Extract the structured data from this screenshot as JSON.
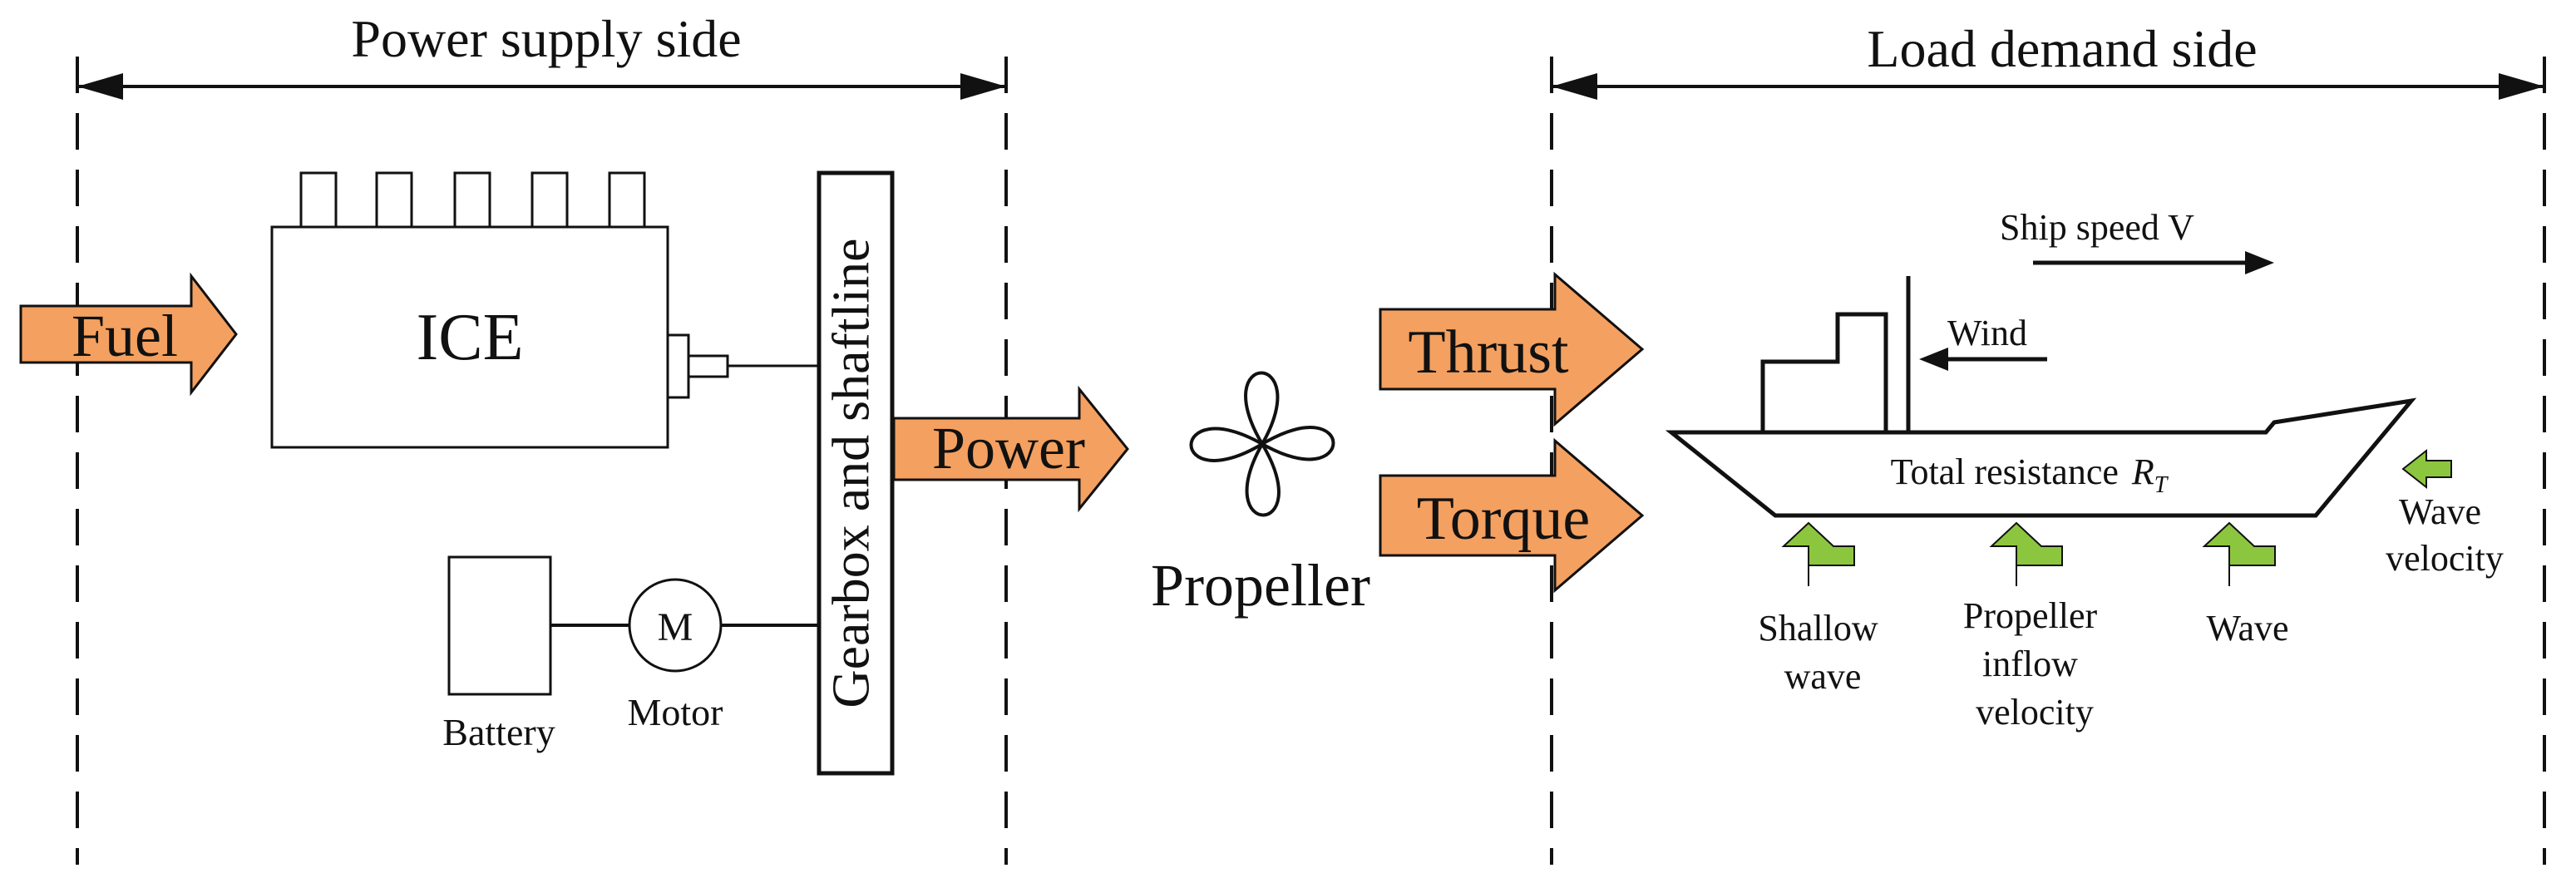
{
  "sides": {
    "supply": "Power supply side",
    "demand": "Load demand side"
  },
  "flows": {
    "fuel": "Fuel",
    "power": "Power",
    "thrust": "Thrust",
    "torque": "Torque"
  },
  "components": {
    "ice": "ICE",
    "gearbox": "Gearbox and shaftline",
    "motor_symbol": "M",
    "motor": "Motor",
    "battery": "Battery",
    "propeller": "Propeller"
  },
  "ship": {
    "speed": "Ship speed V",
    "wind": "Wind",
    "resistance": "Total resistance",
    "resistance_symbol": "R",
    "resistance_subscript": "T"
  },
  "disturbances": {
    "shallow_wave": [
      "Shallow",
      "wave"
    ],
    "propeller_inflow": [
      "Propeller",
      "inflow",
      "velocity"
    ],
    "wave": "Wave",
    "wave_velocity": [
      "Wave",
      "velocity"
    ]
  },
  "colors": {
    "flow_arrow": "#F4A060",
    "disturbance_arrow": "#8CC63F",
    "line": "#111111"
  }
}
